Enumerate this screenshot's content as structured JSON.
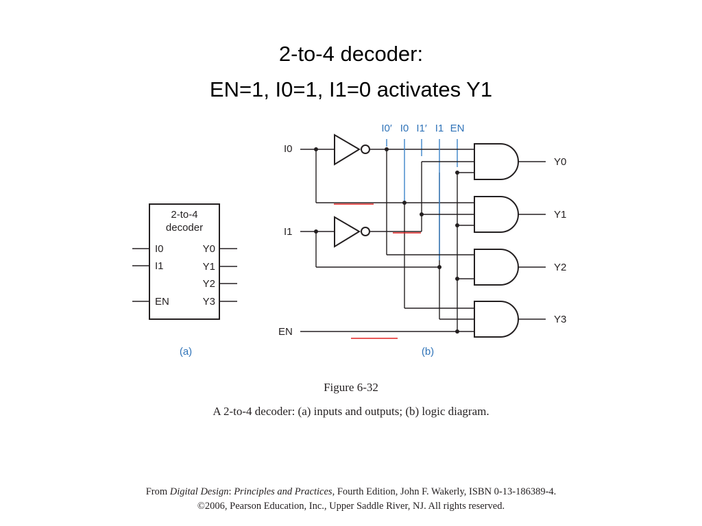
{
  "title": {
    "line1": "2-to-4 decoder:",
    "line2": "EN=1, I0=1, I1=0 activates Y1"
  },
  "block": {
    "heading1": "2-to-4",
    "heading2": "decoder",
    "inputs": [
      "I0",
      "I1",
      "EN"
    ],
    "outputs": [
      "Y0",
      "Y1",
      "Y2",
      "Y3"
    ],
    "label": "(a)"
  },
  "logic": {
    "inputs": [
      "I0",
      "I1",
      "EN"
    ],
    "bus_labels": [
      "I0′",
      "I0",
      "I1′",
      "I1",
      "EN"
    ],
    "outputs": [
      "Y0",
      "Y1",
      "Y2",
      "Y3"
    ],
    "label": "(b)"
  },
  "figure": {
    "number": "Figure 6-32",
    "caption": "A 2-to-4 decoder: (a) inputs and outputs; (b) logic diagram."
  },
  "credit": {
    "prefix": "From ",
    "book_title": "Digital Design",
    "sep": ": ",
    "subtitle": "Principles and Practices",
    "rest": ", Fourth Edition, John F. Wakerly, ISBN 0-13-186389-4.",
    "line2": "©2006, Pearson Education, Inc., Upper Saddle River, NJ. All rights reserved."
  },
  "colors": {
    "annotation_blue": "#3a83c9",
    "highlight_red": "#e02020",
    "ink": "#231f20"
  }
}
